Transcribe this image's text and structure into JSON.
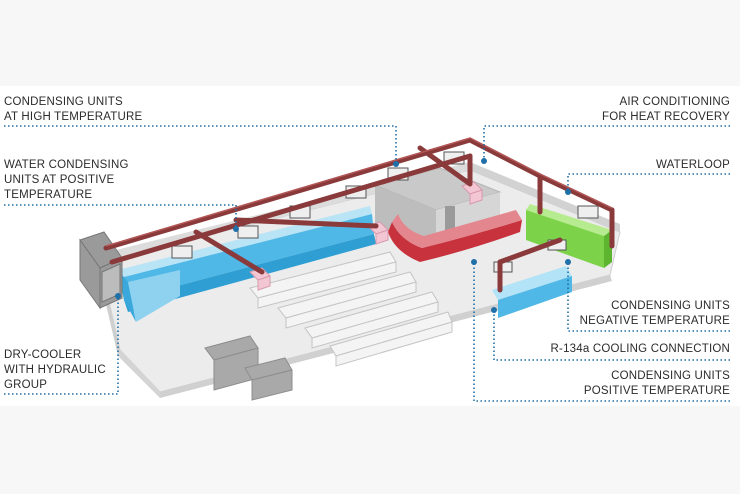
{
  "labels": {
    "condensing_high": [
      "CONDENSING UNITS",
      "AT HIGH TEMPERATURE"
    ],
    "water_condensing": [
      "WATER CONDENSING",
      "UNITS AT POSITIVE",
      "TEMPERATURE"
    ],
    "dry_cooler": [
      "DRY-COOLER",
      "WITH HYDRAULIC",
      "GROUP"
    ],
    "air_conditioning": [
      "AIR CONDITIONING",
      "FOR HEAT RECOVERY"
    ],
    "waterloop": [
      "WATERLOOP"
    ],
    "condensing_negative": [
      "CONDENSING UNITS",
      "NEGATIVE TEMPERATURE"
    ],
    "r134a": [
      "R-134a COOLING CONNECTION"
    ],
    "condensing_positive": [
      "CONDENSING UNITS",
      "POSITIVE TEMPERATURE"
    ]
  },
  "colors": {
    "pipe": "#8a3a3a",
    "leader": "#1f6fa8",
    "blue_case": "#4fb8e6",
    "green_case": "#7cd34a",
    "red_case": "#c8323c",
    "pink_unit": "#f3c6d3",
    "floor": "#e9e9e9",
    "wall": "#d9d9d9"
  }
}
